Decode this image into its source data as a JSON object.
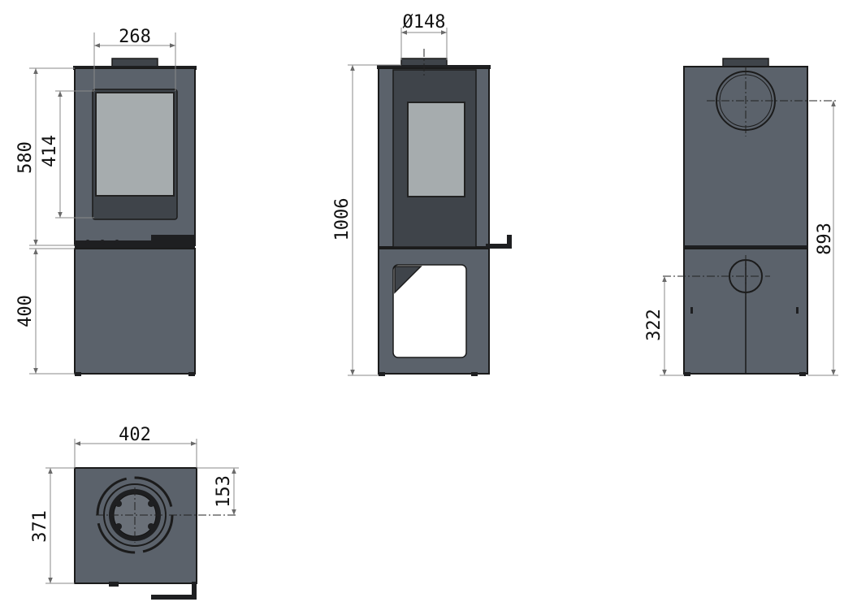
{
  "dimensions": {
    "front_top_width": "268",
    "front_total_height": "580",
    "front_glass_height": "414",
    "front_base_height": "400",
    "side_flue_diameter": "Ø148",
    "side_total_height": "1006",
    "rear_flue_height": "893",
    "rear_outlet_height": "322",
    "top_width": "402",
    "top_depth": "371",
    "top_flue_offset": "153"
  },
  "colors": {
    "body": "#5b626b",
    "glass": "#a6acae",
    "outline": "#1b1b1b",
    "dimension_line": "#8a8a8a"
  }
}
